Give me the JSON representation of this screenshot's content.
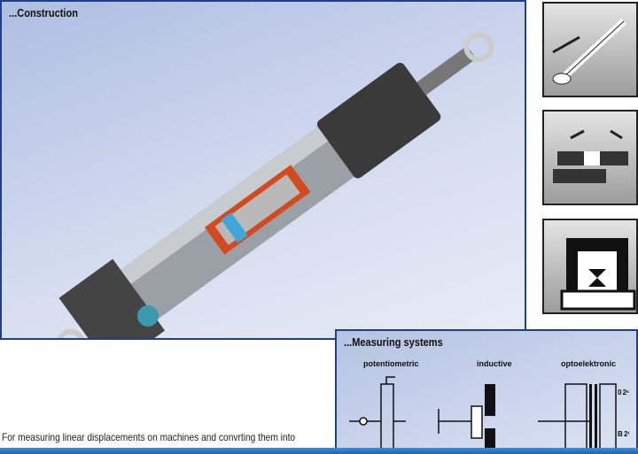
{
  "construction": {
    "title": "...Construction"
  },
  "measuring": {
    "title": "...Measuring systems",
    "labels": [
      "potentiometric",
      "inductive",
      "optoelektronic"
    ],
    "opto_marks": [
      "0 2ⁿ",
      "B 2¹"
    ]
  },
  "paragraph": "For measuring linear displacements on machines and convrting them into",
  "thumbnails": [
    "cylinder-application",
    "slide-application",
    "press-application"
  ]
}
